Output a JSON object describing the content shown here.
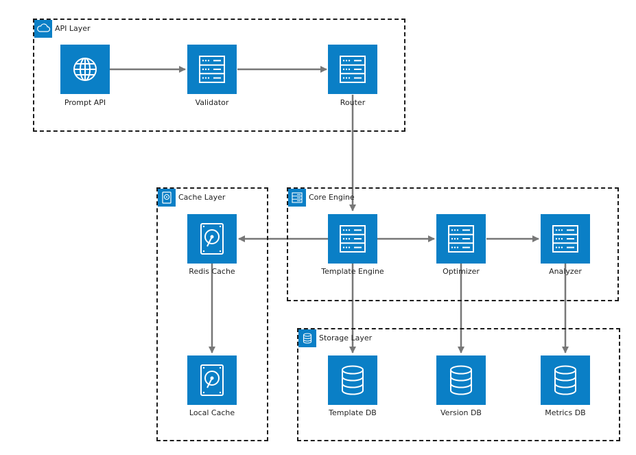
{
  "groups": {
    "api": {
      "label": "API Layer",
      "icon": "cloud-icon"
    },
    "cache": {
      "label": "Cache Layer",
      "icon": "hard-drive-icon"
    },
    "core": {
      "label": "Core Engine",
      "icon": "server-rack-icon"
    },
    "storage": {
      "label": "Storage Layer",
      "icon": "database-icon"
    }
  },
  "nodes": {
    "prompt_api": {
      "label": "Prompt API",
      "icon": "globe-icon"
    },
    "validator": {
      "label": "Validator",
      "icon": "server-icon"
    },
    "router": {
      "label": "Router",
      "icon": "server-icon"
    },
    "redis_cache": {
      "label": "Redis Cache",
      "icon": "hard-drive-icon"
    },
    "local_cache": {
      "label": "Local Cache",
      "icon": "hard-drive-icon"
    },
    "template_engine": {
      "label": "Template Engine",
      "icon": "server-icon"
    },
    "optimizer": {
      "label": "Optimizer",
      "icon": "server-icon"
    },
    "analyzer": {
      "label": "Analyzer",
      "icon": "server-icon"
    },
    "template_db": {
      "label": "Template DB",
      "icon": "database-icon"
    },
    "version_db": {
      "label": "Version DB",
      "icon": "database-icon"
    },
    "metrics_db": {
      "label": "Metrics DB",
      "icon": "database-icon"
    }
  },
  "edges": [
    {
      "from": "prompt_api",
      "to": "validator"
    },
    {
      "from": "validator",
      "to": "router"
    },
    {
      "from": "router",
      "to": "template_engine"
    },
    {
      "from": "template_engine",
      "to": "redis_cache"
    },
    {
      "from": "template_engine",
      "to": "optimizer"
    },
    {
      "from": "optimizer",
      "to": "analyzer"
    },
    {
      "from": "redis_cache",
      "to": "local_cache"
    },
    {
      "from": "template_engine",
      "to": "template_db"
    },
    {
      "from": "optimizer",
      "to": "version_db"
    },
    {
      "from": "analyzer",
      "to": "metrics_db"
    }
  ],
  "colors": {
    "node_fill": "#0a7fc6",
    "edge": "#777777",
    "border": "#1a1a1a"
  }
}
